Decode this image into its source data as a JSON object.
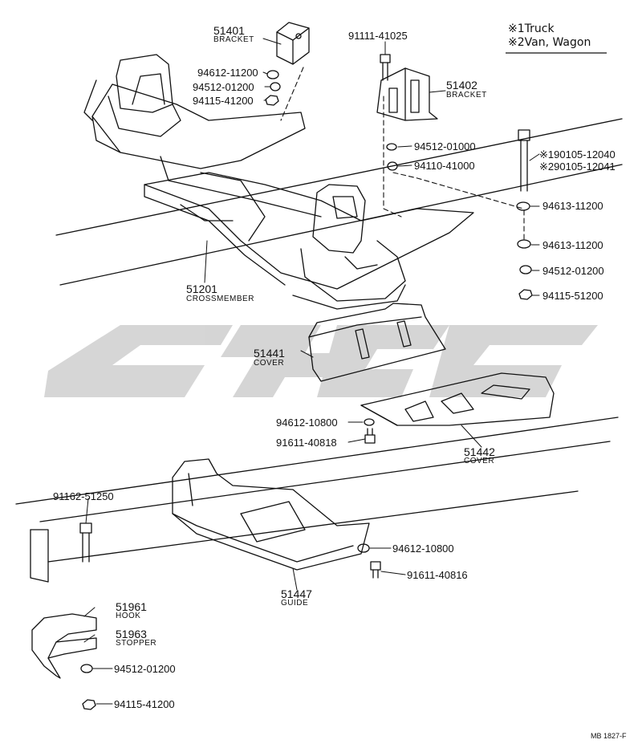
{
  "legend": {
    "line1_mark": "※1",
    "line1_text": "Truck",
    "line2_mark": "※2",
    "line2_text": "Van,  Wagon"
  },
  "parts": {
    "p51401": {
      "number": "51401",
      "name": "BRACKET"
    },
    "p51402": {
      "number": "51402",
      "name": "BRACKET"
    },
    "p51201": {
      "number": "51201",
      "name": "CROSSMEMBER"
    },
    "p51441": {
      "number": "51441",
      "name": "COVER"
    },
    "p51442": {
      "number": "51442",
      "name": "COVER"
    },
    "p51447": {
      "number": "51447",
      "name": "GUIDE"
    },
    "p51961": {
      "number": "51961",
      "name": "HOOK"
    },
    "p51963": {
      "number": "51963",
      "name": "STOPPER"
    }
  },
  "hardware": {
    "h91111_41025": "91111-41025",
    "h94612_11200": "94612-11200",
    "h94512_01200_a": "94512-01200",
    "h94115_41200_a": "94115-41200",
    "h94512_01000": "94512-01000",
    "h94110_41000": "94110-41000",
    "h90105_12040": "※190105-12040",
    "h90105_12041": "※290105-12041",
    "h94613_11200_a": "94613-11200",
    "h94613_11200_b": "94613-11200",
    "h94512_01200_b": "94512-01200",
    "h94115_51200": "94115-51200",
    "h94612_10800_a": "94612-10800",
    "h91611_40818": "91611-40818",
    "h91162_51250": "91162-51250",
    "h94612_10800_b": "94612-10800",
    "h91611_40816": "91611-40816",
    "h94512_01200_c": "94512-01200",
    "h94115_41200_b": "94115-41200"
  },
  "page_code": "MB  1827-F"
}
